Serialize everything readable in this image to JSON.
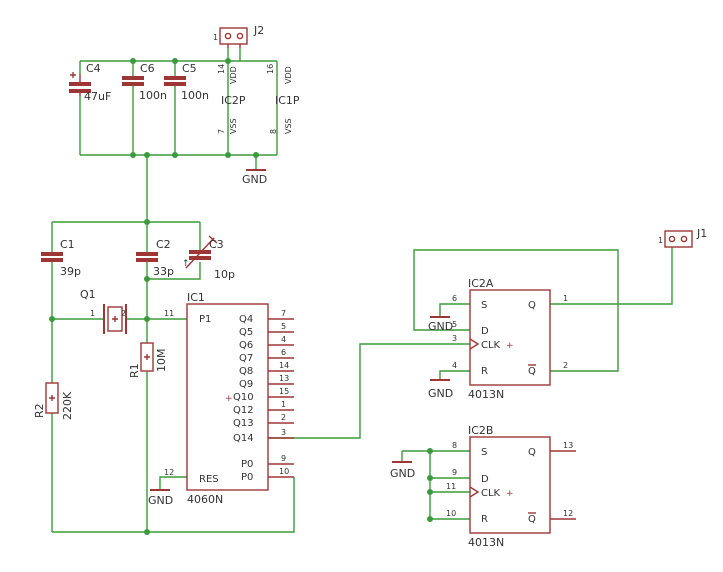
{
  "parts": {
    "j2": "J2",
    "j1": "J1",
    "c4": "C4",
    "c4v": "47uF",
    "c6": "C6",
    "c6v": "100n",
    "c5": "C5",
    "c5v": "100n",
    "ic2p": "IC2P",
    "ic1p": "IC1P",
    "c1": "C1",
    "c1v": "39p",
    "c2": "C2",
    "c2v": "33p",
    "c3": "C3",
    "c3v": "10p",
    "q1": "Q1",
    "r1": "R1",
    "r1v": "10M",
    "r2": "R2",
    "r2v": "220K",
    "ic1": "IC1",
    "ic1v": "4060N",
    "ic2a": "IC2A",
    "ic2av": "4013N",
    "ic2b": "IC2B",
    "ic2bv": "4013N",
    "gnd": "GND"
  },
  "pins": {
    "vdd": "VDD",
    "vss": "VSS",
    "p14": "14",
    "p16": "16",
    "p7": "7",
    "p8": "8",
    "p1": "1",
    "p2": "2",
    "p3": "3",
    "p4": "4",
    "p5": "5",
    "p6": "6",
    "p9": "9",
    "p10": "10",
    "p11": "11",
    "p12": "12",
    "p13": "13",
    "p15": "15"
  },
  "ic1_pins": {
    "P1": "P1",
    "Q4": "Q4",
    "Q5": "Q5",
    "Q6": "Q6",
    "Q7": "Q7",
    "Q8": "Q8",
    "Q9": "Q9",
    "Q10": "Q10",
    "Q12": "Q12",
    "Q13": "Q13",
    "Q14": "Q14",
    "RES": "RES",
    "P0": "P0"
  },
  "ff_pins": {
    "S": "S",
    "D": "D",
    "CLK": "CLK",
    "R": "R",
    "Q": "Q"
  },
  "colors": {
    "wire": "#3b9a3b",
    "part": "#9e3636",
    "text": "#333333"
  }
}
